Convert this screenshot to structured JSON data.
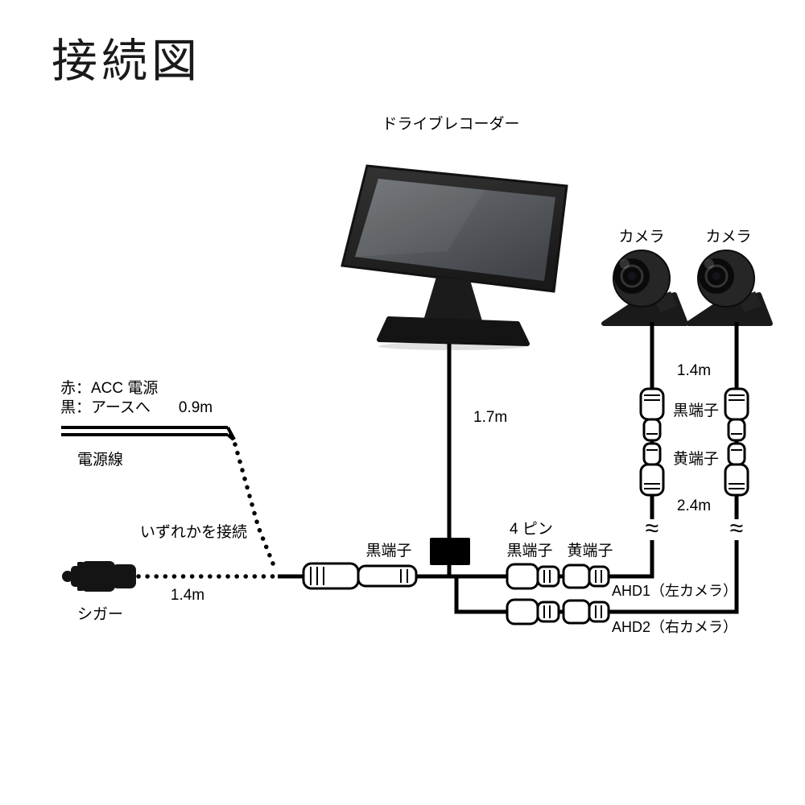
{
  "title": "接続図",
  "recorder": {
    "label": "ドライブレコーダー",
    "cable_length": "1.7m"
  },
  "cameras": {
    "left_label": "カメラ",
    "right_label": "カメラ",
    "cable_length_upper": "1.4m",
    "black_terminal": "黒端子",
    "yellow_terminal": "黄端子",
    "cable_length_lower": "2.4m",
    "break_symbol": "≈"
  },
  "power": {
    "red_wire_note": "赤：ACC 電源",
    "black_wire_note": "黒：アースへ",
    "cable_length": "0.9m",
    "label": "電源線",
    "connect_note": "いずれかを接続",
    "cigar_label": "シガー",
    "cigar_cable_length": "1.4m",
    "terminal": "黒端子"
  },
  "av_outputs": {
    "four_pin": "4 ピン",
    "black_terminal": "黒端子",
    "yellow_terminal": "黄端子",
    "ahd1_label": "AHD1（左カメラ）",
    "ahd2_label": "AHD2（右カメラ）"
  },
  "colors": {
    "background": "#ffffff",
    "line": "#000000",
    "device": "#1a1a1a"
  }
}
